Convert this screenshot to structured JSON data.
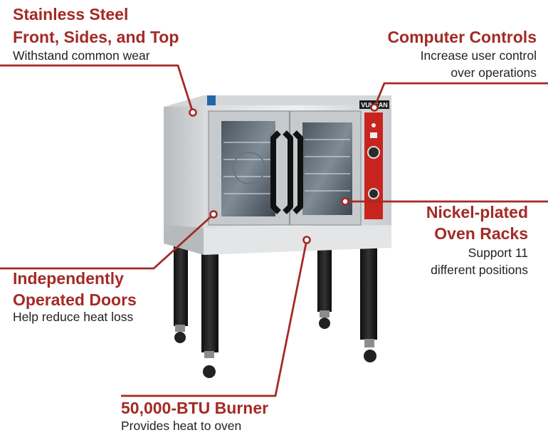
{
  "accent_color": "#a32a26",
  "callouts": {
    "stainless": {
      "title_1": "Stainless Steel",
      "title_2": "Front, Sides, and Top",
      "desc": "Withstand common wear"
    },
    "controls": {
      "title": "Computer Controls",
      "desc_1": "Increase user control",
      "desc_2": "over operations"
    },
    "racks": {
      "title_1": "Nickel-plated",
      "title_2": "Oven Racks",
      "desc_1": "Support 11",
      "desc_2": "different positions"
    },
    "doors": {
      "title_1": "Independently",
      "title_2": "Operated Doors",
      "desc": "Help reduce heat loss"
    },
    "burner": {
      "title": "50,000-BTU Burner",
      "desc": "Provides heat to oven"
    }
  },
  "oven": {
    "brand": "VULCAN"
  }
}
